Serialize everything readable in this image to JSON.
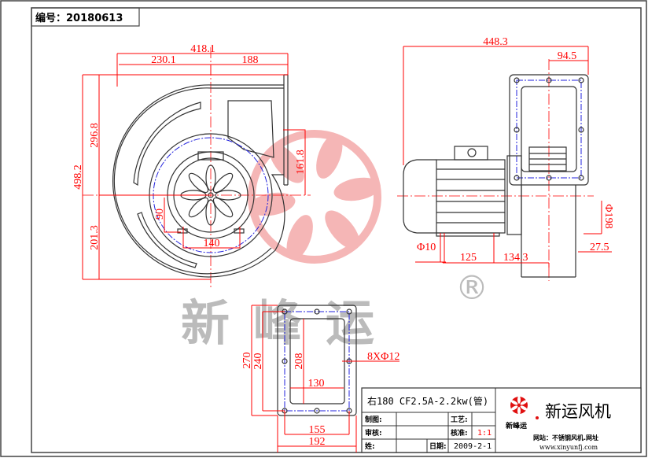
{
  "header": {
    "drawing_number_label": "编号：",
    "drawing_number": "20180613"
  },
  "front_view": {
    "dimensions": {
      "overall_width": "418.1",
      "left_width": "230.1",
      "right_width": "188",
      "overall_height": "498.2",
      "upper_height": "296.8",
      "lower_height": "201.3",
      "outlet_offset": "161.8",
      "motor_foot_height": "90",
      "motor_foot_span": "140"
    }
  },
  "side_view": {
    "dimensions": {
      "overall_length": "448.3",
      "outlet_depth": "94.5",
      "foot_hole": "Φ10",
      "foot_spacing": "125",
      "foot_to_center": "134.3",
      "inlet_diameter": "Φ198",
      "inlet_offset": "27.5"
    }
  },
  "flange_view": {
    "dimensions": {
      "outer_height": "270",
      "bolt_height": "240",
      "inner_height": "208",
      "inner_width": "130",
      "bolt_width": "155",
      "outer_width": "192",
      "bolt_holes": "8XΦ12"
    }
  },
  "watermark": {
    "text": "新峰运",
    "registered_mark": "®"
  },
  "title_block": {
    "model": "右180 CF2.5A-2.2kw(管)",
    "drawn_by_label": "制图:",
    "process_label": "工艺:",
    "checked_label": "审核:",
    "approved_label": "核准:",
    "scale": "1:1",
    "name_label": "姓:",
    "date_label": "日期:",
    "date": "2009-2-1",
    "logo_text": "新峰运",
    "company": "新运风机",
    "website_label": "网站：不锈钢风机.网址",
    "website": "www.xinyunfj.com",
    "colors": {
      "scale": "#ff0000",
      "logo": "#e01010"
    }
  }
}
